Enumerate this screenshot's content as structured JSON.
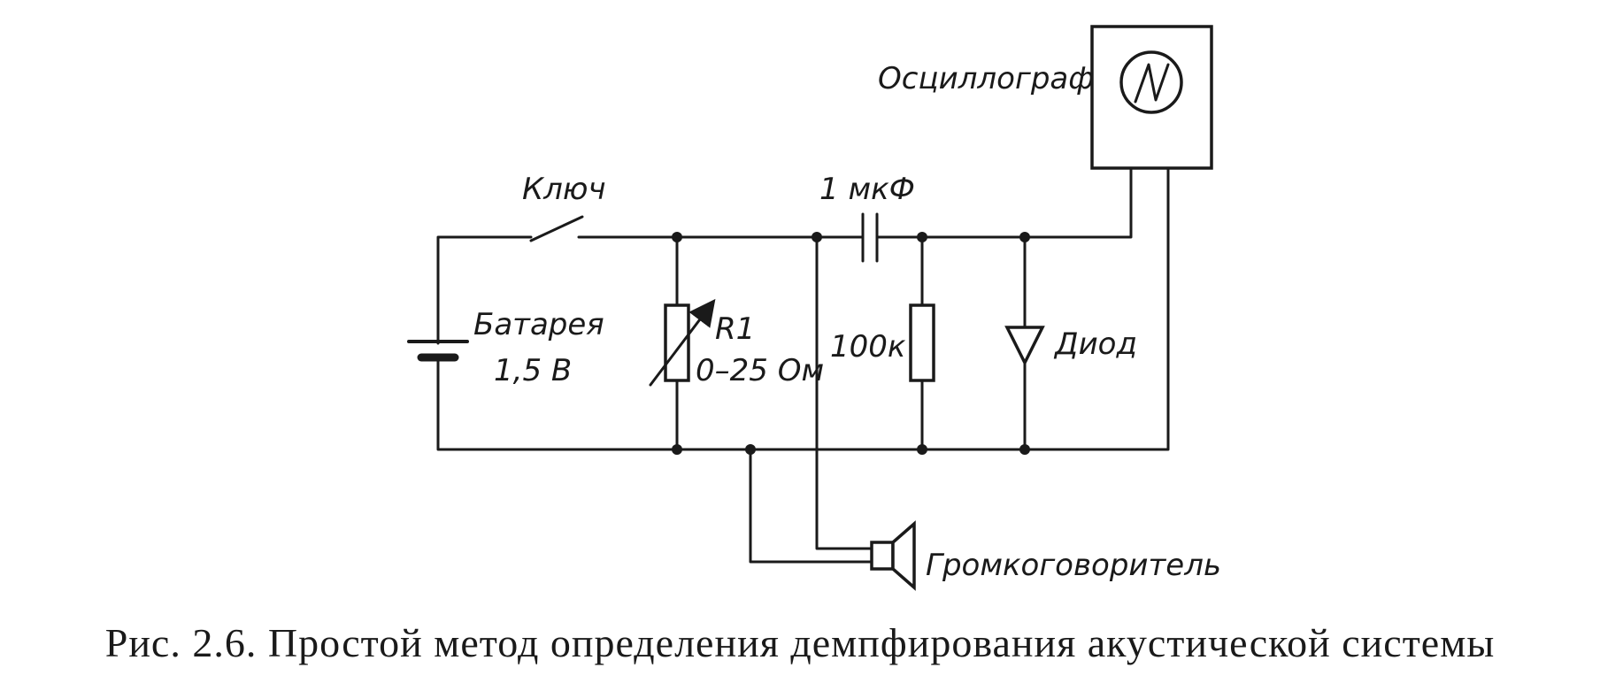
{
  "labels": {
    "oscilloscope": "Осциллограф",
    "switch": "Ключ",
    "capacitor": "1 мкФ",
    "battery_name": "Батарея",
    "battery_value": "1,5 В",
    "rheostat_name": "R1",
    "rheostat_value": "0–25 Ом",
    "resistor": "100к",
    "diode": "Диод",
    "speaker": "Громкоговоритель"
  },
  "caption": "Рис. 2.6. Простой метод определения демпфирования акустической системы"
}
